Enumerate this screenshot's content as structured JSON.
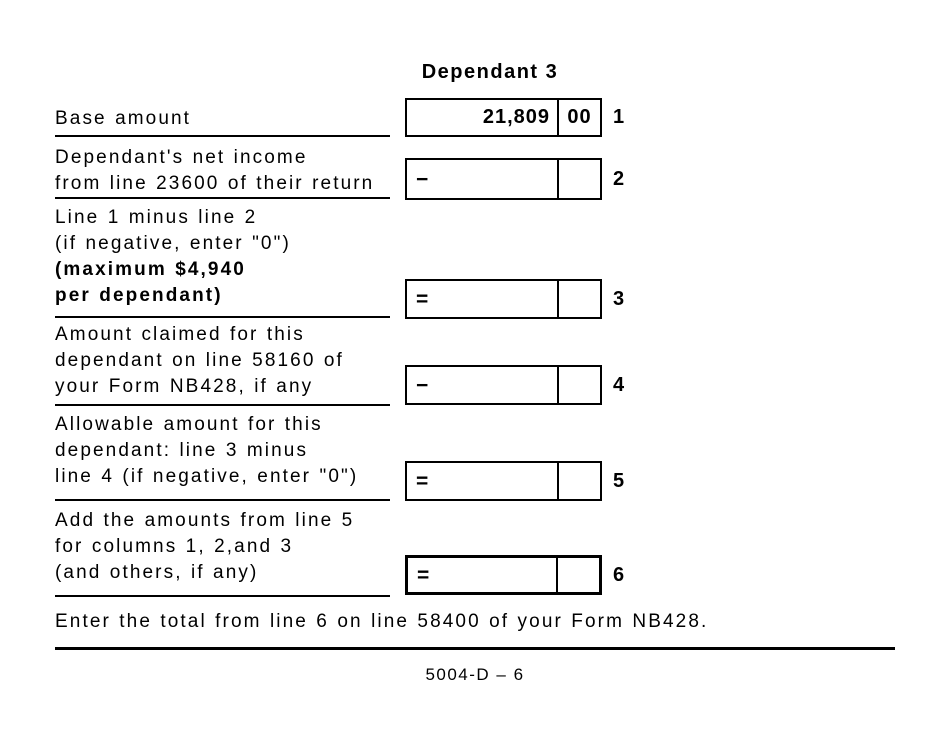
{
  "page": {
    "column_title": "Dependant 3",
    "instruction": "Enter the total from line 6 on line 58400 of your Form NB428.",
    "page_number": "5004-D – 6"
  },
  "colors": {
    "text": "#000000",
    "background": "#ffffff",
    "box_border": "#000000"
  },
  "rows": [
    {
      "line_number": "1",
      "label_lines": [
        "Base amount"
      ],
      "operator": "",
      "dollars": "21,809",
      "cents": "00"
    },
    {
      "line_number": "2",
      "label_lines": [
        "Dependant's net income",
        "from line 23600 of their return"
      ],
      "operator": "−",
      "dollars": "",
      "cents": ""
    },
    {
      "line_number": "3",
      "label_lines": [
        "Line 1 minus line 2",
        "(if negative, enter \"0\")",
        "(maximum $4,940",
        "per dependant)"
      ],
      "operator": "=",
      "dollars": "",
      "cents": ""
    },
    {
      "line_number": "4",
      "label_lines": [
        "Amount claimed for this",
        "dependant on line 58160 of",
        "your Form NB428, if any"
      ],
      "operator": "−",
      "dollars": "",
      "cents": ""
    },
    {
      "line_number": "5",
      "label_lines": [
        "Allowable amount for this",
        "dependant: line 3 minus",
        "line 4 (if negative, enter \"0\")"
      ],
      "operator": "=",
      "dollars": "",
      "cents": ""
    },
    {
      "line_number": "6",
      "label_lines": [
        "Add the amounts from line 5",
        "for columns 1, 2,and 3",
        "(and others, if any)"
      ],
      "operator": "=",
      "dollars": "",
      "cents": ""
    }
  ]
}
